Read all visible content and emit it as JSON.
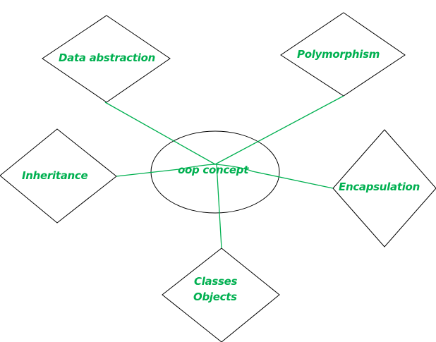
{
  "center": {
    "label": "oop concept"
  },
  "nodes": {
    "data_abstraction": "Data abstraction",
    "polymorphism": "Polymorphism",
    "inheritance": "Inheritance",
    "encapsulation": "Encapsulation",
    "classes": "Classes",
    "objects": "Objects"
  },
  "colors": {
    "text": "#00b050",
    "connector": "#00b050",
    "shape": "#000000"
  }
}
